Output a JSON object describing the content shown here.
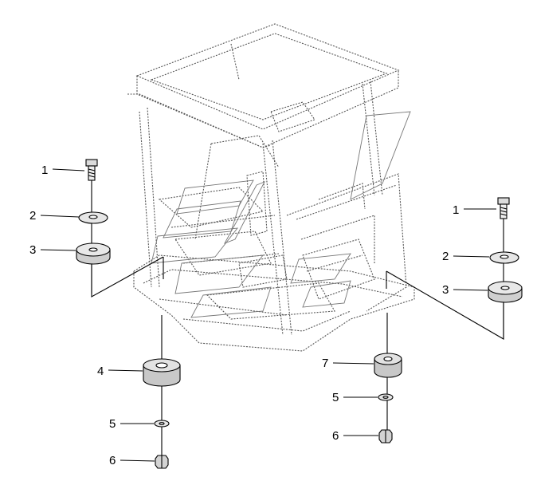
{
  "diagram": {
    "left_stack": {
      "top": [
        {
          "num": "1",
          "part": "bolt-icon"
        },
        {
          "num": "2",
          "part": "washer-icon"
        },
        {
          "num": "3",
          "part": "spacer-icon"
        }
      ],
      "bottom": [
        {
          "num": "4",
          "part": "rubber-mount-icon"
        },
        {
          "num": "5",
          "part": "washer-icon"
        },
        {
          "num": "6",
          "part": "nut-icon"
        }
      ]
    },
    "right_stack": {
      "top": [
        {
          "num": "1",
          "part": "bolt-icon"
        },
        {
          "num": "2",
          "part": "washer-icon"
        },
        {
          "num": "3",
          "part": "spacer-icon"
        }
      ],
      "bottom": [
        {
          "num": "7",
          "part": "rubber-mount-icon"
        },
        {
          "num": "5",
          "part": "washer-icon"
        },
        {
          "num": "6",
          "part": "nut-icon"
        }
      ]
    }
  }
}
